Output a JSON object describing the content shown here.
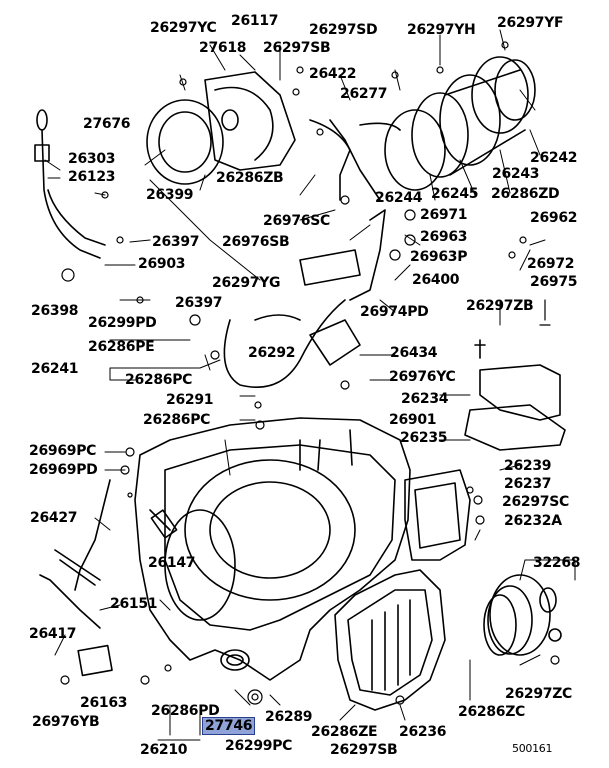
{
  "diagram_id": "500161",
  "highlighted_part": "27746",
  "labels": {
    "p26297YC": "26297YC",
    "p26117": "26117",
    "p26297SD": "26297SD",
    "p26297YH": "26297YH",
    "p26297YF": "26297YF",
    "p27618": "27618",
    "p26297SB_top": "26297SB",
    "p26422": "26422",
    "p26277": "26277",
    "p27676": "27676",
    "p26303": "26303",
    "p26123": "26123",
    "p26399": "26399",
    "p26286ZB": "26286ZB",
    "p26242": "26242",
    "p26243": "26243",
    "p26286ZD": "26286ZD",
    "p26245": "26245",
    "p26244": "26244",
    "p26976SC": "26976SC",
    "p26971": "26971",
    "p26962": "26962",
    "p26963": "26963",
    "p26963P": "26963P",
    "p26972": "26972",
    "p26397_a": "26397",
    "p26976SB": "26976SB",
    "p26903": "26903",
    "p26297YG": "26297YG",
    "p26400": "26400",
    "p26975": "26975",
    "p26398": "26398",
    "p26397_b": "26397",
    "p26299PD": "26299PD",
    "p26974PD": "26974PD",
    "p26297ZB": "26297ZB",
    "p26286PE": "26286PE",
    "p26292": "26292",
    "p26434": "26434",
    "p26241": "26241",
    "p26286PC_a": "26286PC",
    "p26976YC": "26976YC",
    "p26291": "26291",
    "p26234": "26234",
    "p26286PC_b": "26286PC",
    "p26901": "26901",
    "p26235": "26235",
    "p26969PC": "26969PC",
    "p26969PD": "26969PD",
    "p26239": "26239",
    "p26237": "26237",
    "p26297SC": "26297SC",
    "p26232A": "26232A",
    "p26427": "26427",
    "p26147": "26147",
    "p32268": "32268",
    "p26151": "26151",
    "p26417": "26417",
    "p26163": "26163",
    "p26297ZC": "26297ZC",
    "p26976YB": "26976YB",
    "p26286PD": "26286PD",
    "p27746": "27746",
    "p26289": "26289",
    "p26286ZE": "26286ZE",
    "p26236": "26236",
    "p26286ZC": "26286ZC",
    "p26210": "26210",
    "p26299PC": "26299PC",
    "p26297SB_bot": "26297SB"
  }
}
